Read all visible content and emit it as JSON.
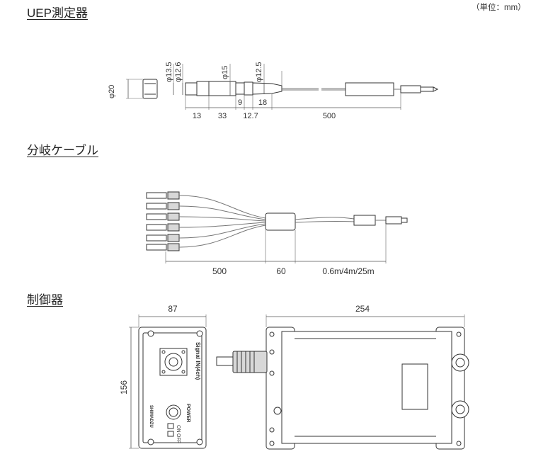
{
  "unit_note": "（単位：mm）",
  "sections": {
    "sensor": {
      "title": "UEP測定器",
      "dims": {
        "phi20": "φ20",
        "phi13_5": "φ13.5",
        "phi12_6": "φ12.6",
        "phi15": "φ15",
        "phi12_5": "φ12.5",
        "l13": "13",
        "l33": "33",
        "l9": "9",
        "l18": "18",
        "l12_7": "12.7",
        "l500": "500"
      }
    },
    "branch_cable": {
      "title": "分岐ケーブル",
      "dims": {
        "l500": "500",
        "l60": "60",
        "lengths": "0.6m/4m/25m"
      }
    },
    "controller": {
      "title": "制御器",
      "dims": {
        "w87": "87",
        "w254": "254",
        "h156": "156"
      },
      "panel": {
        "signal_label": "Signal IN(4ch)",
        "power_label": "POWER",
        "on_label": "ON",
        "off_label": "OFF",
        "brand_label": "SHIMADZU"
      }
    }
  }
}
